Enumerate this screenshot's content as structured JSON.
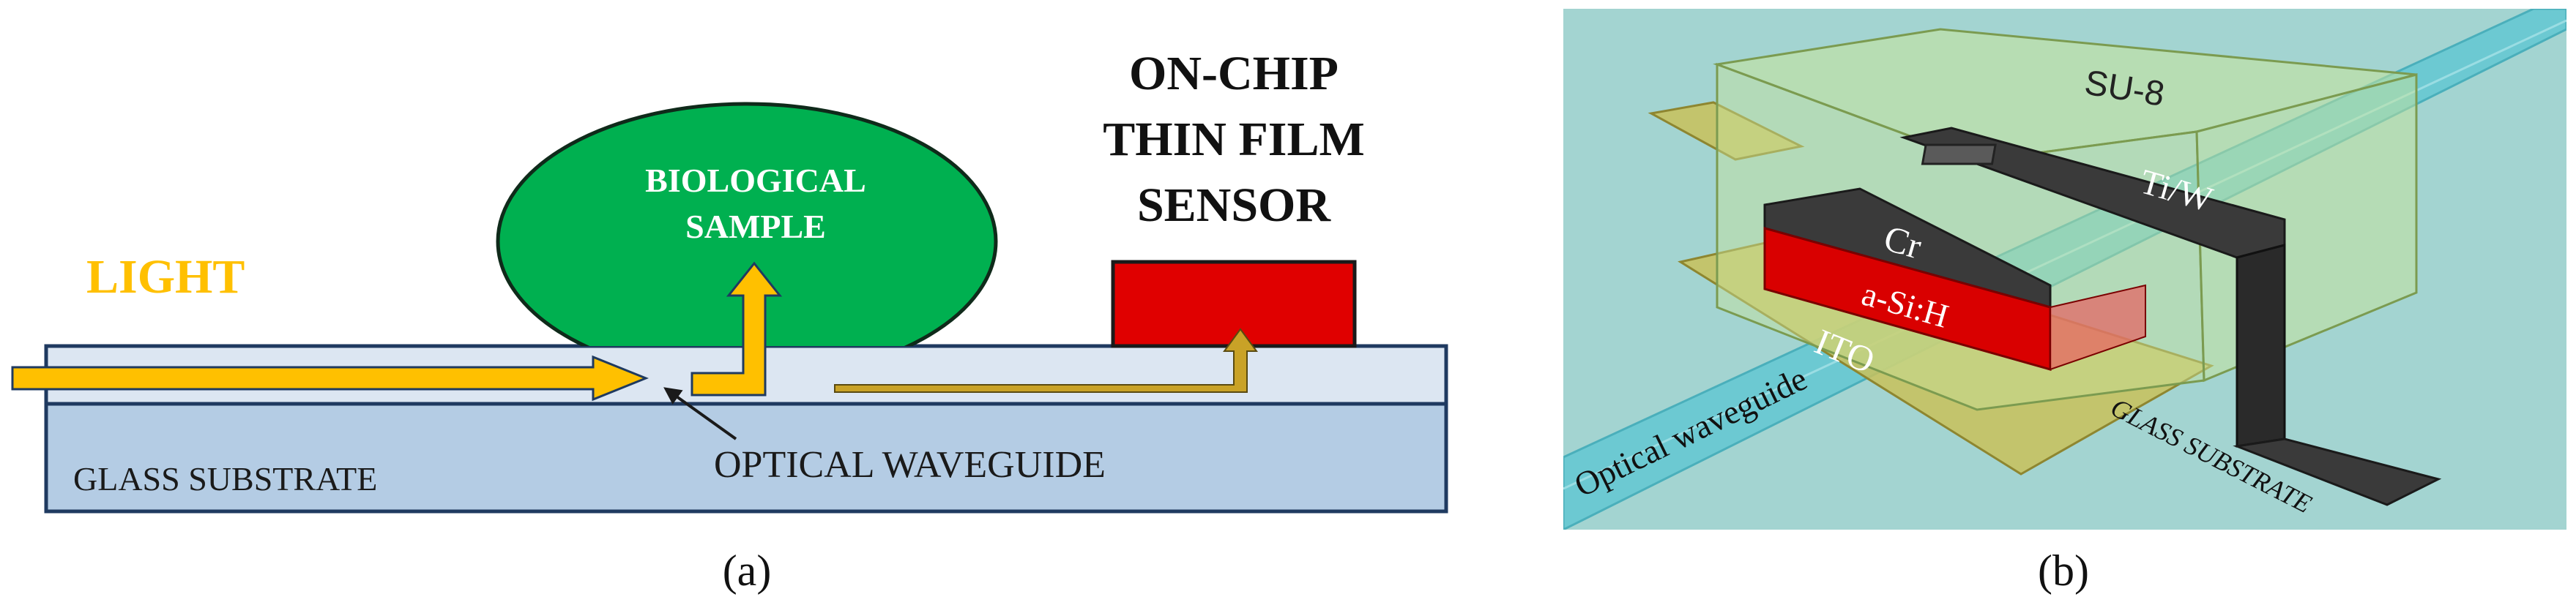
{
  "panel_a": {
    "labels": {
      "light": "LIGHT",
      "sample_line1": "BIOLOGICAL",
      "sample_line2": "SAMPLE",
      "sensor_line1": "ON-CHIP",
      "sensor_line2": "THIN FILM",
      "sensor_line3": "SENSOR",
      "substrate": "GLASS SUBSTRATE",
      "waveguide": "OPTICAL WAVEGUIDE"
    },
    "caption": "(a)",
    "colors": {
      "light_arrow": "#FFC000",
      "scattered_arrow": "#C9A227",
      "sample": "#00B050",
      "sensor": "#E00000",
      "waveguide": "#DCE6F2",
      "substrate": "#B4CCE4",
      "outline": "#1F3A60"
    }
  },
  "panel_b": {
    "labels": {
      "su8": "SU-8",
      "tiw": "Ti/W",
      "cr": "Cr",
      "asih": "a-Si:H",
      "ito": "ITO",
      "waveguide": "Optical waveguide",
      "substrate": "GLASS SUBSTRATE"
    },
    "caption": "(b)",
    "colors": {
      "background": "#A3D4D1",
      "waveguide": "#6CC9D2",
      "su8": "#C8E39A",
      "metal": "#3A3A3A",
      "asih": "#D90000",
      "ito": "#C9C15A"
    }
  }
}
